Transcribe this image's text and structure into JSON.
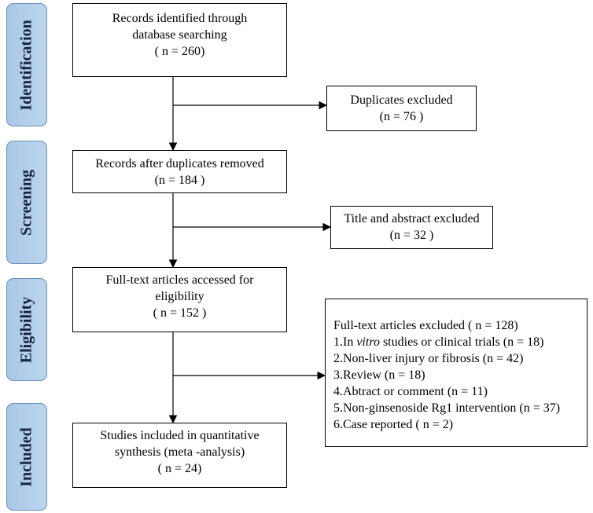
{
  "phases": {
    "identification": "Identification",
    "screening": "Screening",
    "eligibility": "Eligibility",
    "included": "Included"
  },
  "boxes": {
    "identified": {
      "line1": "Records identified through",
      "line2": "database searching",
      "line3": "( n = 260)"
    },
    "duplicates": {
      "line1": "Duplicates excluded",
      "line2": "(n = 76  )"
    },
    "after_duplicates": {
      "line1": "Records after duplicates removed",
      "line2": "(n = 184 )"
    },
    "title_abstract": {
      "line1": "Title and abstract excluded",
      "line2": "(n = 32  )"
    },
    "fulltext_assessed": {
      "line1": "Full-text articles accessed for",
      "line2": "eligibility",
      "line3": "( n = 152 )"
    },
    "fulltext_excluded": {
      "title": "Full-text articles excluded ( n = 128)",
      "item1_prefix": "1.In ",
      "item1_italic": "vitro",
      "item1_suffix": " studies or clinical trials (n = 18)",
      "item2": "2.Non-liver injury or fibrosis (n = 42)",
      "item3": "3.Review (n = 18)",
      "item4": "4.Abtract or comment (n = 11)",
      "item5": "5.Non-ginsenoside Rg1 intervention (n = 37)",
      "item6": "6.Case reported ( n = 2)"
    },
    "included": {
      "line1": "Studies included in quantitative",
      "line2": "synthesis (meta -analysis)",
      "line3": "( n = 24)"
    }
  }
}
